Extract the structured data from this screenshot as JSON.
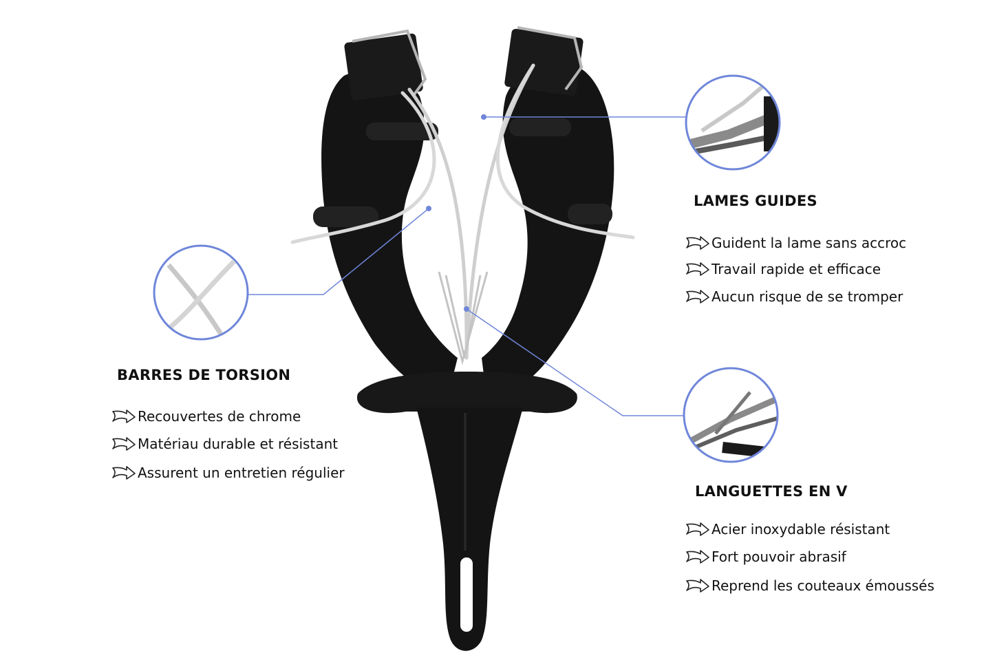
{
  "accent_color": "#6f86d9",
  "sections": {
    "lames": {
      "title": "LAMES GUIDES",
      "items": [
        "Guident la lame sans accroc",
        "Travail rapide et efficace",
        "Aucun risque de se tromper"
      ]
    },
    "barres": {
      "title": "BARRES DE TORSION",
      "items": [
        "Recouvertes de chrome",
        "Matériau durable et résistant",
        "Assurent un entretien régulier"
      ]
    },
    "languettes": {
      "title": "LANGUETTES EN V",
      "items": [
        "Acier inoxydable résistant",
        "Fort pouvoir abrasif",
        "Reprend les couteaux émoussés"
      ]
    }
  },
  "icons": {
    "bullet": "outline-arrow-icon",
    "magnifier": "zoom-circle-icon"
  }
}
